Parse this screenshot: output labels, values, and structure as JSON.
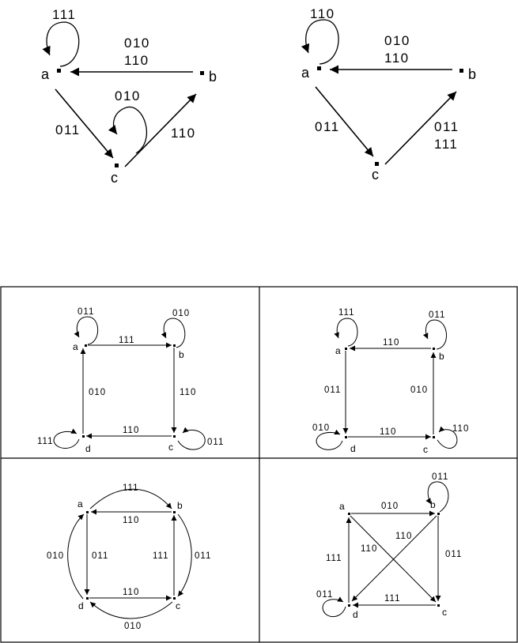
{
  "top_left": {
    "nodes": {
      "a": "a",
      "b": "b",
      "c": "c"
    },
    "labels": {
      "loop_a": "111",
      "ba_line1": "010",
      "ba_line2": "110",
      "loop_c": "010",
      "ac": "011",
      "cb": "110"
    }
  },
  "top_right": {
    "nodes": {
      "a": "a",
      "b": "b",
      "c": "c"
    },
    "labels": {
      "loop_a": "110",
      "ba_line1": "010",
      "ba_line2": "110",
      "ac": "011",
      "cb_line1": "011",
      "cb_line2": "111"
    }
  },
  "grid": {
    "tl": {
      "nodes": {
        "a": "a",
        "b": "b",
        "c": "c",
        "d": "d"
      },
      "labels": {
        "loop_a": "011",
        "loop_b": "010",
        "ab": "111",
        "da": "010",
        "bc": "110",
        "cd": "110",
        "loop_d": "111",
        "loop_c": "011"
      }
    },
    "tr": {
      "nodes": {
        "a": "a",
        "b": "b",
        "c": "c",
        "d": "d"
      },
      "labels": {
        "loop_a": "111",
        "loop_b": "011",
        "ba": "110",
        "ad": "011",
        "cb": "010",
        "dc": "110",
        "loop_d": "010",
        "loop_c": "110"
      }
    },
    "bl": {
      "nodes": {
        "a": "a",
        "b": "b",
        "c": "c",
        "d": "d"
      },
      "labels": {
        "ab_curve": "111",
        "ba": "110",
        "da_curve": "010",
        "ad": "011",
        "cb": "111",
        "bc_curve": "011",
        "dc": "110",
        "cd_curve": "010"
      }
    },
    "br": {
      "nodes": {
        "a": "a",
        "b": "b",
        "c": "c",
        "d": "d"
      },
      "labels": {
        "loop_b": "011",
        "ab": "010",
        "bd": "110",
        "ac": "110",
        "da": "111",
        "bc": "011",
        "cd": "111",
        "loop_d": "011"
      }
    }
  }
}
